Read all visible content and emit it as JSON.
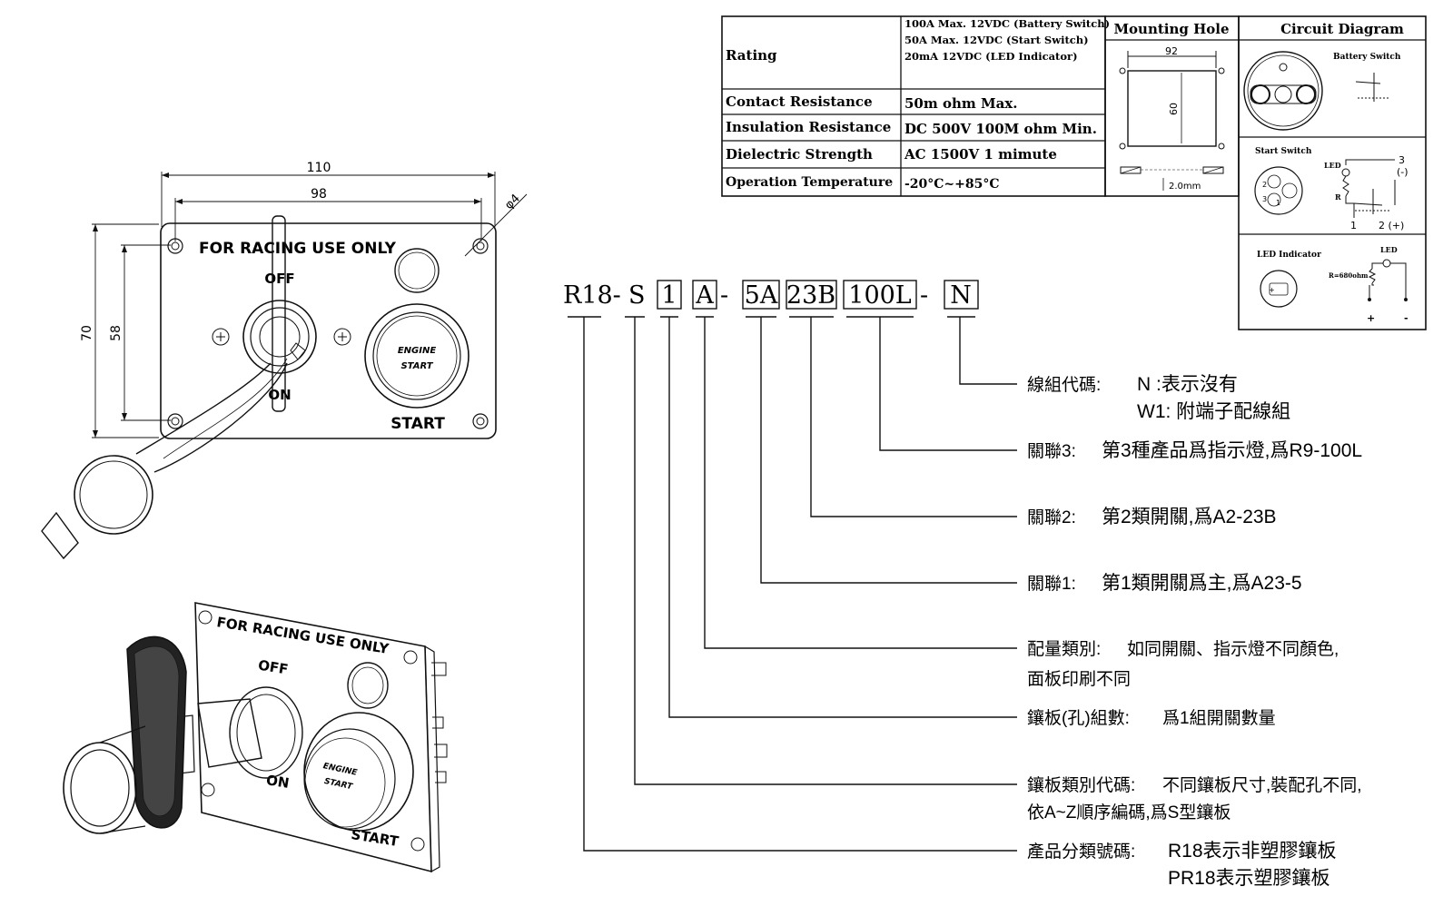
{
  "spec_table": {
    "rating_label": "Rating",
    "rating_lines": [
      "100A Max. 12VDC (Battery Switch)",
      "50A Max. 12VDC (Start Switch)",
      "20mA 12VDC (LED Indicator)"
    ],
    "rows": [
      {
        "label": "Contact Resistance",
        "value": "50m ohm Max."
      },
      {
        "label": "Insulation Resistance",
        "value": "DC 500V 100M ohm Min."
      },
      {
        "label": "Dielectric Strength",
        "value": "AC 1500V 1 mimute"
      },
      {
        "label": "Operation Temperature",
        "value": "-20°C~+85°C"
      }
    ],
    "mounting_hole_title": "Mounting Hole",
    "circuit_title": "Circuit Diagram"
  },
  "mounting_hole": {
    "width": "92",
    "height": "60",
    "thickness": "2.0mm"
  },
  "circuit": {
    "battery_switch": "Battery Switch",
    "start_switch": "Start Switch",
    "led": "LED",
    "r": "R",
    "terminal_3": "3",
    "terminal_minus": "(-)",
    "terminal_1": "1",
    "terminal_2": "2 (+)",
    "led_indicator": "LED Indicator",
    "led_r": "R=680ohm",
    "plus": "+",
    "minus": "-",
    "led_pin_plus": "+"
  },
  "panel_front": {
    "dim_110": "110",
    "dim_98": "98",
    "dim_70": "70",
    "dim_58": "58",
    "dim_hole": "φ4",
    "printed": "FOR RACING USE ONLY",
    "off": "OFF",
    "on": "ON",
    "engine": "ENGINE",
    "start_btn": "START",
    "start": "START"
  },
  "panel_iso": {
    "printed": "FOR RACING USE ONLY",
    "off": "OFF",
    "on": "ON",
    "engine": "ENGINE",
    "start_btn": "START",
    "start": "START"
  },
  "part_code": {
    "prefix": "R18-",
    "s": "S",
    "box1": "1",
    "box2": "A",
    "dash1": "-",
    "box3": "5A",
    "box4": "23B",
    "box5": "100L",
    "dash2": "-",
    "box6": "N"
  },
  "legend": [
    {
      "key": "線組代碼:",
      "lines": [
        "N :表示沒有",
        "W1: 附端子配線組"
      ]
    },
    {
      "key": "關聯3:",
      "lines": [
        "第3種產品爲指示燈,爲R9-100L"
      ]
    },
    {
      "key": "關聯2:",
      "lines": [
        "第2類開關,爲A2-23B"
      ]
    },
    {
      "key": "關聯1:",
      "lines": [
        "第1類開關爲主,爲A23-5"
      ]
    },
    {
      "key": "配量類別:",
      "lines": [
        "如同開關、指示燈不同顏色,",
        "面板印刷不同"
      ]
    },
    {
      "key": "鑲板(孔)組數:",
      "lines": [
        "爲1組開關數量"
      ]
    },
    {
      "key": "鑲板類別代碼:",
      "lines": [
        "不同鑲板尺寸,裝配孔不同,",
        "依A~Z順序編碼,爲S型鑲板"
      ]
    },
    {
      "key": "產品分類號碼:",
      "lines": [
        "R18表示非塑膠鑲板",
        "PR18表示塑膠鑲板"
      ]
    }
  ]
}
